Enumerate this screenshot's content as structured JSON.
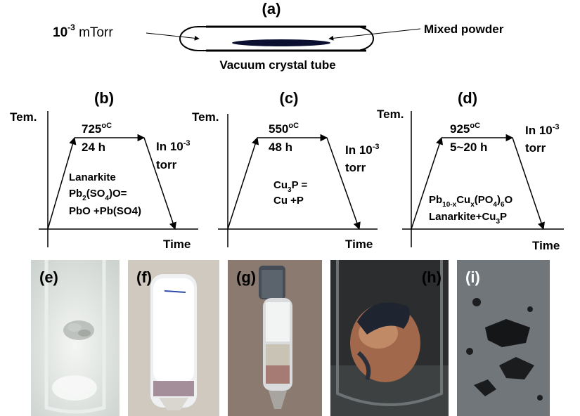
{
  "panel_a": {
    "label": "(a)",
    "pressure_base": "10",
    "pressure_exp": "-3",
    "pressure_unit": "mTorr",
    "right_label": "Mixed powder",
    "bottom_label": "Vacuum crystal tube"
  },
  "panel_b": {
    "label": "(b)",
    "y_axis": "Tem.",
    "x_axis": "Time",
    "temp": "725",
    "temp_unit": "oC",
    "duration": "24 h",
    "cond_line1": "In 10",
    "cond_exp": "-3",
    "cond_line2": "torr",
    "text_line1": "Lanarkite",
    "text_line2_a": "Pb",
    "text_line2_s1": "2",
    "text_line2_b": "(SO",
    "text_line2_s2": "4",
    "text_line2_c": ")O=",
    "text_line3": "PbO +Pb(SO4)"
  },
  "panel_c": {
    "label": "(c)",
    "y_axis": "Tem.",
    "x_axis": "Time",
    "temp": "550",
    "temp_unit": "oC",
    "duration": "48 h",
    "cond_line1": "In 10",
    "cond_exp": "-3",
    "cond_line2": "torr",
    "text_line1_a": "Cu",
    "text_line1_s": "3",
    "text_line1_b": "P =",
    "text_line2": "Cu +P"
  },
  "panel_d": {
    "label": "(d)",
    "y_axis": "Tem.",
    "x_axis": "Time",
    "temp": "925",
    "temp_unit": "oC",
    "duration": "5~20  h",
    "cond_line1": "In 10",
    "cond_exp": "-3",
    "cond_line2": "torr",
    "formula_a": "Pb",
    "formula_s1": "10-x",
    "formula_b": "Cu",
    "formula_s2": "x",
    "formula_c": "(PO",
    "formula_s3": "4",
    "formula_d": ")",
    "formula_s4": "6",
    "formula_e": "O",
    "text_line2_a": "Lanarkite+Cu",
    "text_line2_s": "3",
    "text_line2_b": "P"
  },
  "photos": [
    {
      "label": "(e)"
    },
    {
      "label": "(f)"
    },
    {
      "label": "(g)"
    },
    {
      "label": "(h)"
    },
    {
      "label": "(i)"
    }
  ]
}
